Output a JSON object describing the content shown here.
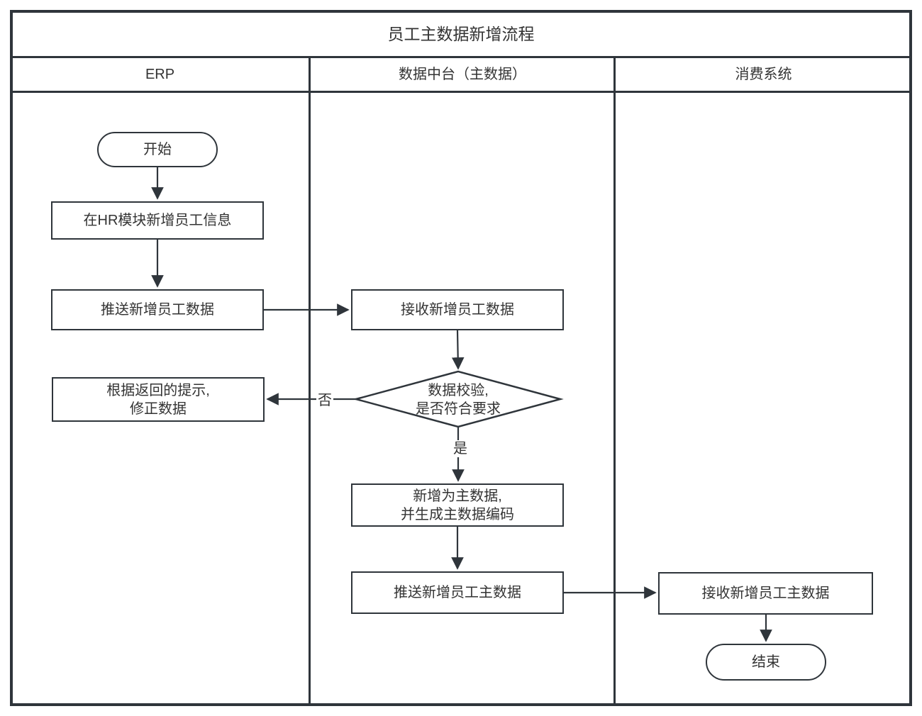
{
  "title": "员工主数据新增流程",
  "lanes": {
    "erp": "ERP",
    "data_platform": "数据中台（主数据）",
    "consumer": "消费系统"
  },
  "nodes": {
    "start": "开始",
    "hr_add": "在HR模块新增员工信息",
    "push_new": "推送新增员工数据",
    "receive_new": "接收新增员工数据",
    "validate": {
      "line1": "数据校验,",
      "line2": "是否符合要求"
    },
    "fix": {
      "line1": "根据返回的提示,",
      "line2": "修正数据"
    },
    "create_master": {
      "line1": "新增为主数据,",
      "line2": "并生成主数据编码"
    },
    "push_master": "推送新增员工主数据",
    "receive_master": "接收新增员工主数据",
    "end": "结束"
  },
  "edge_labels": {
    "no": "否",
    "yes": "是"
  },
  "colors": {
    "line": "#2f353b",
    "text": "#333333",
    "node_fill": "#ffffff",
    "background": "#ffffff"
  }
}
